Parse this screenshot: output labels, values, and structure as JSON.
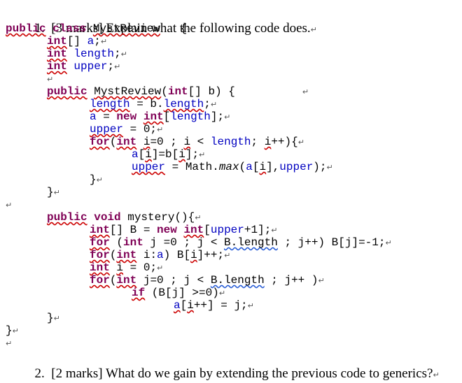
{
  "question1": {
    "number": "1.",
    "text": "[3 marks] Explain what the following code does."
  },
  "code_lines": [
    "public class MystReview   {",
    "int[] a;",
    "int length;",
    "int upper;",
    "",
    "public MystReview(int[] b) {",
    "length = b.length;",
    "a = new int[length];",
    "upper = 0;",
    "for(int i=0 ; i < length; i++){",
    "a[i]=b[i];",
    "upper = Math.max(a[i],upper);",
    "}",
    "}",
    "",
    "public void mystery(){",
    "int[] B = new int[upper+1];",
    "for (int j =0 ; j < B.length ; j++) B[j]=-1;",
    "for(int i:a) B[i]++;",
    "int i = 0;",
    "for(int j=0 ; j < B.length ; j++ )",
    "if (B[j] >=0)",
    "a[i++] = j;",
    "}",
    "}"
  ],
  "question2": {
    "number": "2.",
    "text": "[2 marks] What do we gain by extending the previous code to generics?"
  },
  "colors": {
    "keyword": "#7f0055",
    "field": "#0000c0",
    "spellcheck": "#cc0000"
  }
}
